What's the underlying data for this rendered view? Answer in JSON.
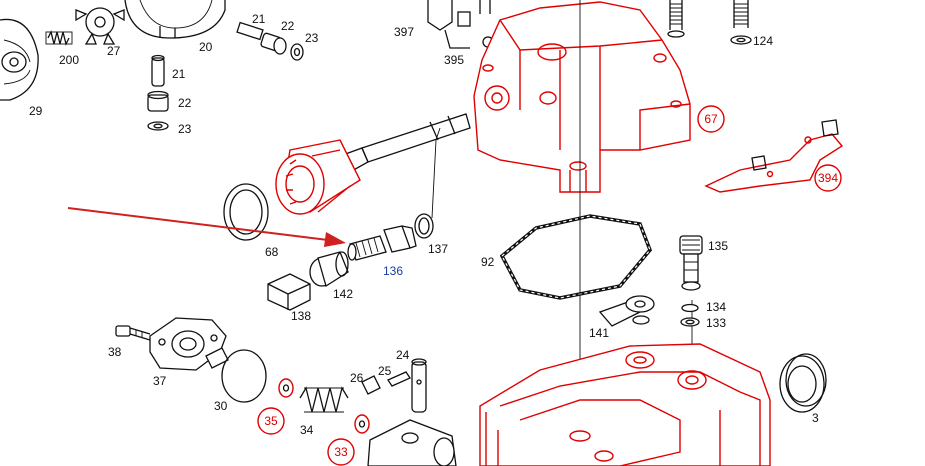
{
  "diagram": {
    "labels": {
      "p200": "200",
      "p29": "29",
      "p27": "27",
      "p20": "20",
      "p21a": "21",
      "p22a": "22",
      "p23a": "23",
      "p21b": "21",
      "p22b": "22",
      "p23b": "23",
      "p397": "397",
      "p395": "395",
      "p124": "124",
      "p67": "67",
      "p394": "394",
      "p68": "68",
      "p136": "136",
      "p137": "137",
      "p92": "92",
      "p135": "135",
      "p138": "138",
      "p142": "142",
      "p141": "141",
      "p134": "134",
      "p133": "133",
      "p38": "38",
      "p37": "37",
      "p30": "30",
      "p35": "35",
      "p34": "34",
      "p26": "26",
      "p25": "25",
      "p24": "24",
      "p33": "33",
      "p3": "3"
    },
    "colors": {
      "callout": "#e00000",
      "arrow": "#d02020",
      "ink": "#111111",
      "highlight_label": "#1a3da8"
    }
  }
}
